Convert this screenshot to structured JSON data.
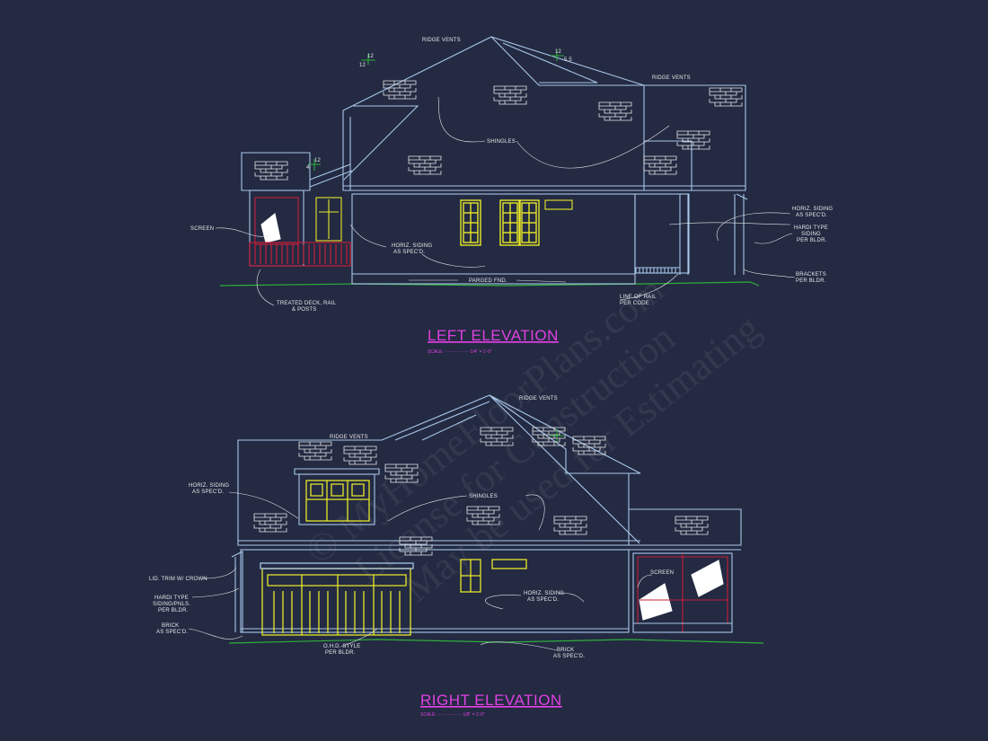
{
  "watermark": {
    "line1": "© MyHomeFloorPlans.com",
    "line2": "License for Construction",
    "line3": "May be used for Estimating"
  },
  "left_elevation": {
    "title": "LEFT ELEVATION",
    "scale": "SCALE: ·················1/4\" = 1'-0\"",
    "notes": {
      "ridge_vents_1": "RIDGE VENTS",
      "ridge_vents_2": "RIDGE VENTS",
      "shingles": "SHINGLES",
      "screen": "SCREEN",
      "horiz_siding_a_1": "HORIZ. SIDING",
      "horiz_siding_a_2": "AS SPEC'D.",
      "horiz_siding_b_1": "HORIZ. SIDING",
      "horiz_siding_b_2": "AS SPEC'D.",
      "hardi_1": "HARDI TYPE",
      "hardi_2": "SIDING",
      "hardi_3": "PER BLDR.",
      "brackets_1": "BRACKETS",
      "brackets_2": "PER BLDR.",
      "parged": "PARGED FND.",
      "deck_1": "TREATED DECK, RAIL",
      "deck_2": "& POSTS",
      "rail_1": "LINE OF RAIL",
      "rail_2": "PER CODE",
      "pitch_1a": "12",
      "pitch_1b": "12",
      "pitch_2a": "12",
      "pitch_2b": "5.5",
      "pitch_3a": "12",
      "pitch_3b": "4"
    }
  },
  "right_elevation": {
    "title": "RIGHT ELEVATION",
    "scale": "SCALE: ·················1/8\" = 1'-0\"",
    "notes": {
      "ridge_vents_1": "RIDGE VENTS",
      "ridge_vents_2": "RIDGE VENTS",
      "shingles": "SHINGLES",
      "horiz_siding_a_1": "HORIZ. SIDING",
      "horiz_siding_a_2": "AS SPEC'D.",
      "horiz_siding_b_1": "HORIZ. SIDING",
      "horiz_siding_b_2": "AS SPEC'D.",
      "trim_crown": "LID. TRIM W/ CROWN",
      "hardi_1": "HARDI TYPE",
      "hardi_2": "SIDING/PNLS.",
      "hardi_3": "PER BLDR.",
      "brick_a_1": "BRICK",
      "brick_a_2": "AS SPEC'D.",
      "brick_b_1": "BRICK",
      "brick_b_2": "AS SPEC'D.",
      "ohd_1": "O.H.D. STYLE",
      "ohd_2": "PER BLDR.",
      "screen": "SCREEN"
    }
  },
  "colors": {
    "background": "#232a42",
    "outline": "#a9c6e8",
    "window": "#e8e82a",
    "deck": "#c81e3a",
    "title": "#e040e0",
    "ground": "#2fae3c",
    "notes": "#e8e8e8"
  }
}
